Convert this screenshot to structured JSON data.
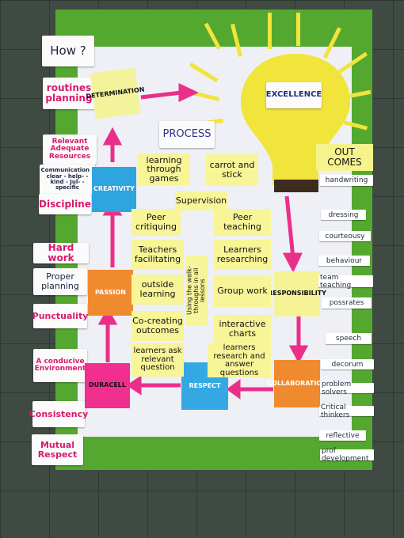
{
  "left_cards": [
    {
      "key": "how",
      "text": "How ?"
    },
    {
      "key": "routines",
      "text": "routines planning"
    },
    {
      "key": "resources",
      "text": "Relevant Adequate Resources"
    },
    {
      "key": "communication",
      "text": "Communication - clear - help- - kind - Jul- - specific"
    },
    {
      "key": "discipline",
      "text": "Discipline"
    },
    {
      "key": "hardwork",
      "text": "Hard work"
    },
    {
      "key": "planning",
      "text": "Proper planning"
    },
    {
      "key": "punctuality",
      "text": "Punctuality"
    },
    {
      "key": "environment",
      "text": "A conducive Environment"
    },
    {
      "key": "consistency",
      "text": "Consistency"
    },
    {
      "key": "respect_left",
      "text": "Mutual Respect"
    }
  ],
  "center_labels": {
    "process": "PROCESS",
    "excellence": "EXCELLENCE",
    "outcomes": "OUT COMES",
    "supervision": "Supervision",
    "using": "Using the walk-throughs in all lessons"
  },
  "notes": [
    "learning through games",
    "carrot and stick",
    "Peer critiquing",
    "Peer teaching",
    "Teachers facilitating",
    "Learners researching",
    "outside learning",
    "Group work",
    "Co-creating outcomes",
    "interactive charts",
    "learners ask relevant question",
    "learners research and answer questions"
  ],
  "cycle": [
    "DETERMINATION",
    "CREATIVITY",
    "PASSION",
    "DURACELL",
    "RESPECT",
    "COLLABORATION",
    "RESPONSIBILITY"
  ],
  "outcomes": [
    "handwriting",
    "dressing",
    "courteousy",
    "behaviour",
    "team teaching",
    "possrates",
    "speech",
    "decorum",
    "problem solvers",
    "Critical thinkers",
    "reflective",
    "prof development"
  ],
  "colors": {
    "green": "#55a82f",
    "yellow": "#f2e83a",
    "pink": "#f1338f",
    "blue": "#2ea5df",
    "orange": "#f08a2f",
    "magenta": "#ee2d89"
  }
}
